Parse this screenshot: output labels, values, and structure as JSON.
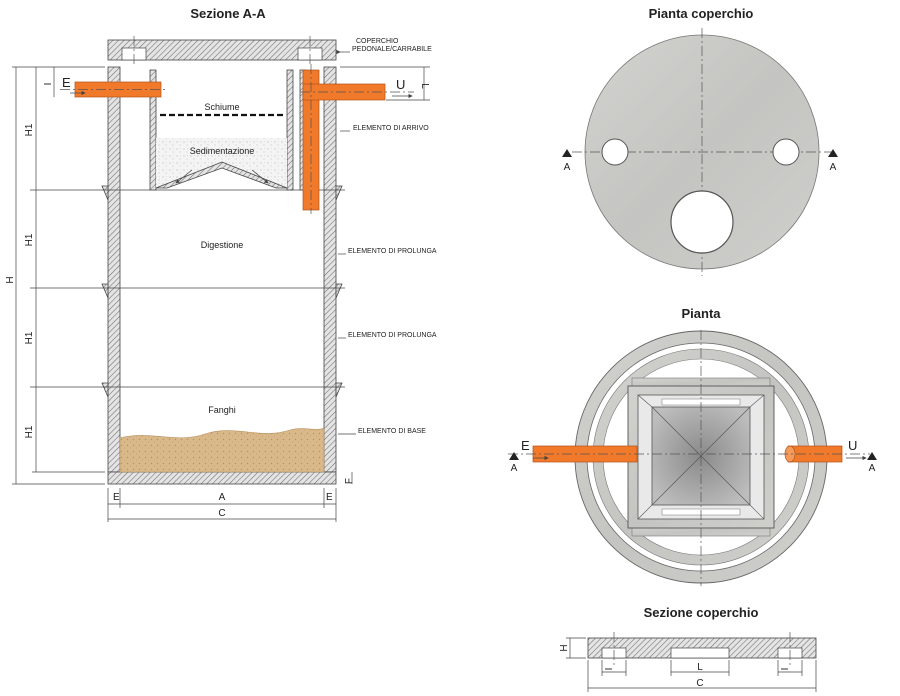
{
  "titles": {
    "section": "Sezione A-A",
    "cover_plan": "Pianta coperchio",
    "plan": "Pianta",
    "cover_section": "Sezione coperchio"
  },
  "zones": {
    "scum": "Schiume",
    "sedimentation": "Sedimentazione",
    "digestion": "Digestione",
    "sludge": "Fanghi"
  },
  "callouts": {
    "cover_line1": "COPERCHIO",
    "cover_line2": "PEDONALE/CARRABILE",
    "inlet_element": "ELEMENTO DI ARRIVO",
    "extension_1": "ELEMENTO DI PROLUNGA",
    "extension_2": "ELEMENTO DI PROLUNGA",
    "base_element": "ELEMENTO DI BASE"
  },
  "pipes": {
    "inlet": "E",
    "outlet": "U"
  },
  "section_marks": {
    "left": "A",
    "right": "A"
  },
  "dimensions": {
    "H": "H",
    "H1": "H1",
    "I": "I",
    "L": "L",
    "E": "E",
    "A": "A",
    "C": "C",
    "F": "F"
  },
  "colors": {
    "pipe": "#f07a2a",
    "concrete": "#c9c9c6",
    "sand": "#d9b88a",
    "hatch": "#6d6d6d"
  }
}
